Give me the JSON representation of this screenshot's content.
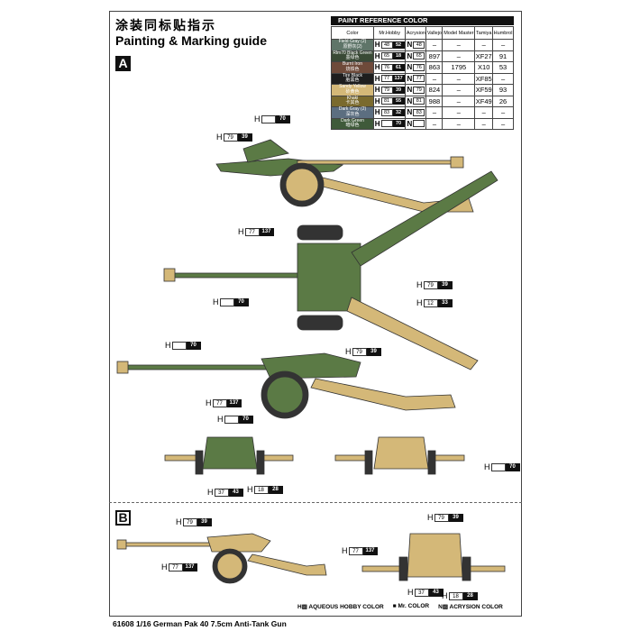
{
  "header": {
    "title_cn": "涂装同标贴指示",
    "title_en": "Painting & Marking guide"
  },
  "sections": {
    "a": "A",
    "b": "B"
  },
  "paint_table": {
    "title": "PAINT REFERENCE COLOR",
    "columns": [
      "Color",
      "Mr.Hobby",
      "Acrysion",
      "Vallejo",
      "Model Master",
      "Tamiya",
      "Humbrol"
    ],
    "rows": [
      {
        "name": "Field Gray (2)",
        "name_cn": "原野灰(2)",
        "color": "#5f7569",
        "h_aqueous": "48",
        "h_mr": "52",
        "n": "48",
        "vallejo": "–",
        "model_master": "–",
        "tamiya": "–",
        "humbrol": "–"
      },
      {
        "name": "Rlm70 Black Green",
        "name_cn": "墨绿色",
        "color": "#3a4a36",
        "h_aqueous": "65",
        "h_mr": "18",
        "n": "65",
        "vallejo": "897",
        "model_master": "–",
        "tamiya": "XF27",
        "humbrol": "91"
      },
      {
        "name": "Burnt Iron",
        "name_cn": "烧铁色",
        "color": "#6e4a3a",
        "h_aqueous": "76",
        "h_mr": "61",
        "n": "76",
        "vallejo": "863",
        "model_master": "1795",
        "tamiya": "X10",
        "humbrol": "53"
      },
      {
        "name": "Tire Black",
        "name_cn": "胎黑色",
        "color": "#1e1e1e",
        "h_aqueous": "77",
        "h_mr": "137",
        "n": "77",
        "vallejo": "–",
        "model_master": "–",
        "tamiya": "XF85",
        "humbrol": "–"
      },
      {
        "name": "Sandy Yellow",
        "name_cn": "砂黄色",
        "color": "#d4b878",
        "h_aqueous": "79",
        "h_mr": "39",
        "n": "79",
        "vallejo": "824",
        "model_master": "–",
        "tamiya": "XF59",
        "humbrol": "93"
      },
      {
        "name": "Khaki",
        "name_cn": "卡其色",
        "color": "#7a6a2e",
        "h_aqueous": "81",
        "h_mr": "55",
        "n": "81",
        "vallejo": "988",
        "model_master": "–",
        "tamiya": "XF49",
        "humbrol": "26"
      },
      {
        "name": "Dark Gray (2)",
        "name_cn": "深灰色",
        "color": "#5c6e80",
        "h_aqueous": "83",
        "h_mr": "32",
        "n": "83",
        "vallejo": "–",
        "model_master": "–",
        "tamiya": "–",
        "humbrol": "–"
      },
      {
        "name": "Dark Green",
        "name_cn": "暗绿色",
        "color": "#3f5a3a",
        "h_aqueous": "",
        "h_mr": "70",
        "n": "",
        "vallejo": "–",
        "model_master": "–",
        "tamiya": "–",
        "humbrol": "–"
      }
    ]
  },
  "callouts": [
    {
      "prefix": "H",
      "aqueous": "",
      "mr": "70"
    },
    {
      "prefix": "H",
      "aqueous": "79",
      "mr": "39"
    },
    {
      "prefix": "H",
      "aqueous": "77",
      "mr": "137"
    },
    {
      "prefix": "H",
      "aqueous": "79",
      "mr": "39"
    },
    {
      "prefix": "H",
      "aqueous": "12",
      "mr": "33"
    },
    {
      "prefix": "H",
      "aqueous": "",
      "mr": "70"
    },
    {
      "prefix": "H",
      "aqueous": "",
      "mr": "70"
    },
    {
      "prefix": "H",
      "aqueous": "79",
      "mr": "39"
    },
    {
      "prefix": "H",
      "aqueous": "77",
      "mr": "137"
    },
    {
      "prefix": "H",
      "aqueous": "",
      "mr": "70"
    },
    {
      "prefix": "H",
      "aqueous": "37",
      "mr": "43"
    },
    {
      "prefix": "H",
      "aqueous": "18",
      "mr": "28"
    },
    {
      "prefix": "H",
      "aqueous": "",
      "mr": "70"
    },
    {
      "prefix": "H",
      "aqueous": "79",
      "mr": "39"
    },
    {
      "prefix": "H",
      "aqueous": "77",
      "mr": "137"
    },
    {
      "prefix": "H",
      "aqueous": "79",
      "mr": "39"
    },
    {
      "prefix": "H",
      "aqueous": "77",
      "mr": "137"
    },
    {
      "prefix": "H",
      "aqueous": "37",
      "mr": "43"
    },
    {
      "prefix": "H",
      "aqueous": "18",
      "mr": "28"
    }
  ],
  "legend": {
    "aqueous": "H▨ AQUEOUS HOBBY COLOR",
    "mr": "■ Mr. COLOR",
    "acrysion": "N▨ ACRYSION COLOR"
  },
  "footer": "61608 1/16  German Pak 40 7.5cm Anti-Tank Gun",
  "colors": {
    "sand": "#d4b878",
    "green": "#5b7a45",
    "dark": "#2a2a2a"
  }
}
